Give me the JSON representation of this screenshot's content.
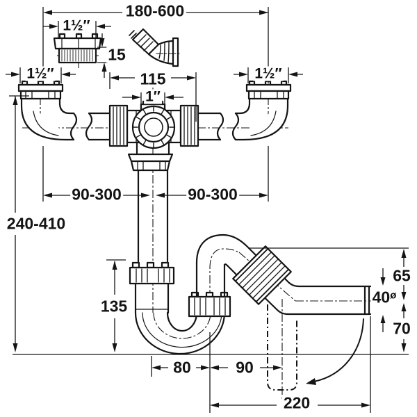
{
  "meta": {
    "title": "Twin-inlet sink siphon / trap installation drawing",
    "background": "#ffffff",
    "line_color": "#141414"
  },
  "dims": {
    "top_span": "180-600",
    "strainer_size": "1½″",
    "strainer_thread_height": "15",
    "left_inlet_size": "1½″",
    "right_inlet_size": "1½″",
    "tee_width": "115",
    "tee_center_size": "1″",
    "left_offset": "90-300",
    "right_offset": "90-300",
    "inlet_height": "240-410",
    "trap_depth": "135",
    "bend_spacing": "80",
    "drop_offset": "90",
    "outlet_reach": "220",
    "crest_to_axis": "65",
    "pipe_od": "40",
    "diameter_sign": "ø",
    "axis_to_base": "70"
  },
  "icons": {
    "angle_adapter": "45-degree ribbed hose adapter",
    "rotation_arrow": "outlet can be rotated downward",
    "phantom_outlet": "alternative vertical outlet position (phantom line)"
  }
}
